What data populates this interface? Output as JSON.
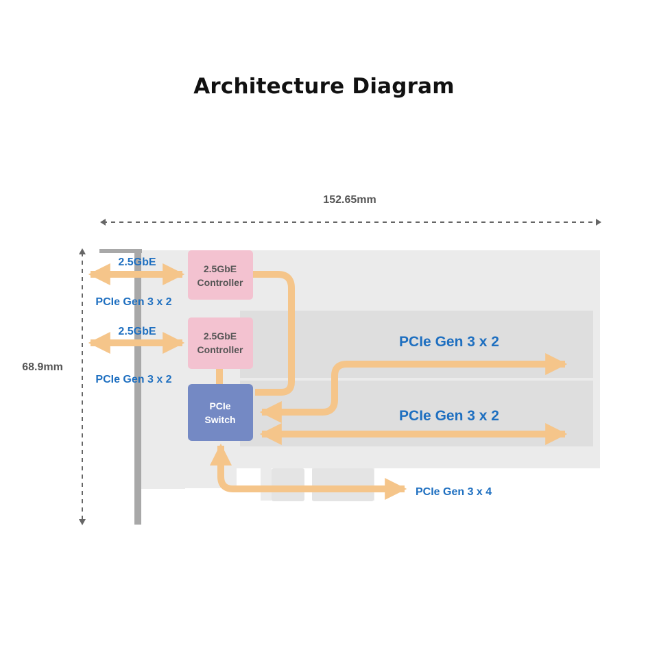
{
  "title": "Architecture Diagram",
  "dimensions": {
    "width": "152.65mm",
    "height": "68.9mm"
  },
  "ports": {
    "port1_speed": "2.5GbE",
    "port1_bus": "PCIe Gen 3 x 2",
    "port2_speed": "2.5GbE",
    "port2_bus": "PCIe Gen 3 x 2"
  },
  "controllers": [
    {
      "line1": "2.5GbE",
      "line2": "Controller"
    },
    {
      "line1": "2.5GbE",
      "line2": "Controller"
    }
  ],
  "switch": {
    "line1": "PCIe",
    "line2": "Switch"
  },
  "slots": {
    "slot1": "PCIe Gen 3 x 2",
    "slot2": "PCIe Gen 3 x 2"
  },
  "host": "PCIe Gen 3 x 4",
  "colors": {
    "arrow": "#f5c58a",
    "controller": "#f3c2d0",
    "switch": "#7489c4",
    "board": "#ebebeb",
    "slot": "#dedede",
    "bracket": "#a8a8a8",
    "label_blue": "#1e6fc0"
  }
}
